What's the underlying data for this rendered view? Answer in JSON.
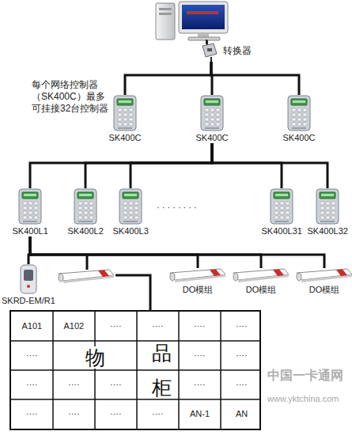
{
  "diagram": {
    "nodes": [
      {
        "text": [
          "转换器"
        ]
      },
      {
        "text": [
          "SK400C"
        ]
      },
      {
        "text": [
          "SK400C"
        ]
      },
      {
        "text": [
          "SK400C"
        ]
      },
      {
        "text": [
          "SK400L1"
        ]
      },
      {
        "text": [
          "SK400L2"
        ]
      },
      {
        "text": [
          "SK400L3"
        ]
      },
      {
        "text": [
          "SK400L31"
        ]
      },
      {
        "text": [
          "SK400L32"
        ]
      },
      {
        "text": [
          "SKRD-EM/R1"
        ]
      },
      {
        "text": [
          "DO模组"
        ]
      },
      {
        "text": [
          "DO模组"
        ]
      },
      {
        "text": [
          "DO模组"
        ]
      },
      {
        "text": [
          "物",
          "品",
          "柜"
        ]
      }
    ],
    "edges": [
      {
        "from": 0,
        "to": 1,
        "arrow": "none"
      },
      {
        "from": 0,
        "to": 2,
        "arrow": "none"
      },
      {
        "from": 0,
        "to": 3,
        "arrow": "none"
      },
      {
        "from": 2,
        "to": 4,
        "arrow": "none"
      },
      {
        "from": 2,
        "to": 5,
        "arrow": "none"
      },
      {
        "from": 2,
        "to": 6,
        "arrow": "none"
      },
      {
        "from": 2,
        "to": 7,
        "arrow": "none"
      },
      {
        "from": 2,
        "to": 8,
        "arrow": "none"
      },
      {
        "from": 4,
        "to": 9,
        "arrow": "none"
      },
      {
        "from": 4,
        "to": 10,
        "arrow": "none"
      },
      {
        "from": 4,
        "to": 11,
        "arrow": "none"
      },
      {
        "from": 4,
        "to": 12,
        "arrow": "none"
      }
    ],
    "labels": [
      "每个网络控制器（SK400C）最多可挂接32台控制器",
      "· · · · · · · ·",
      "A101",
      "A102",
      "····",
      "····",
      "····",
      "····",
      "····",
      "····",
      "····",
      "····",
      "····",
      "····",
      "····",
      "····",
      "····",
      "····",
      "····",
      "····",
      "AN-1",
      "AN",
      "中国一卡通网",
      "www.yktchina.com"
    ]
  }
}
